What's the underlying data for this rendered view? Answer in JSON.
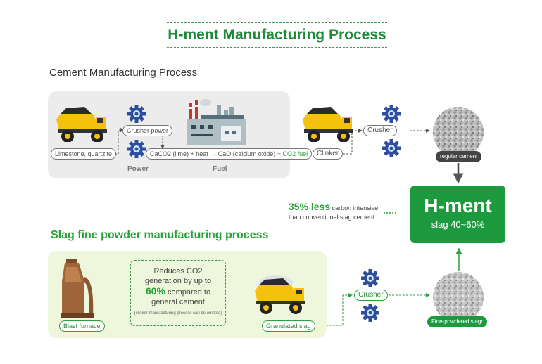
{
  "title": "H-ment Manufacturing Process",
  "cement_section": {
    "heading": "Cement Manufacturing Process",
    "limestone": "Limestone, quartzite",
    "crusher_power": "Crusher power",
    "reaction_a": "CaCO2 (lime) + heat → CaO (calcium oxide) + ",
    "reaction_b": "CO2 fuel",
    "power": "Power",
    "fuel": "Fuel",
    "clinker": "Clinker",
    "crusher": "Crusher",
    "regular_cement": "regular cement"
  },
  "hment": {
    "name": "H-ment",
    "slag": "slag 40~60%",
    "less_hl": "35% less",
    "less_a": " carbon intensive",
    "less_b": "than conventional slag cement"
  },
  "slag_section": {
    "heading": "Slag fine powder manufacturing process",
    "blast_furnace": "Blast furnace",
    "reduce_1": "Reduces CO2",
    "reduce_2": "generation by up to",
    "reduce_pct": "60%",
    "reduce_3": " compared to",
    "reduce_4": "general cement",
    "reduce_note": "(clinker manufacturing process can be omitted)",
    "granulated_slag": "Granulated slag",
    "crusher": "Crusher",
    "fine_slag": "Fine-powdered slagr"
  },
  "colors": {
    "green": "#1e9a3e",
    "gear": "#2f4f9e",
    "truck": "#f4c20d"
  }
}
